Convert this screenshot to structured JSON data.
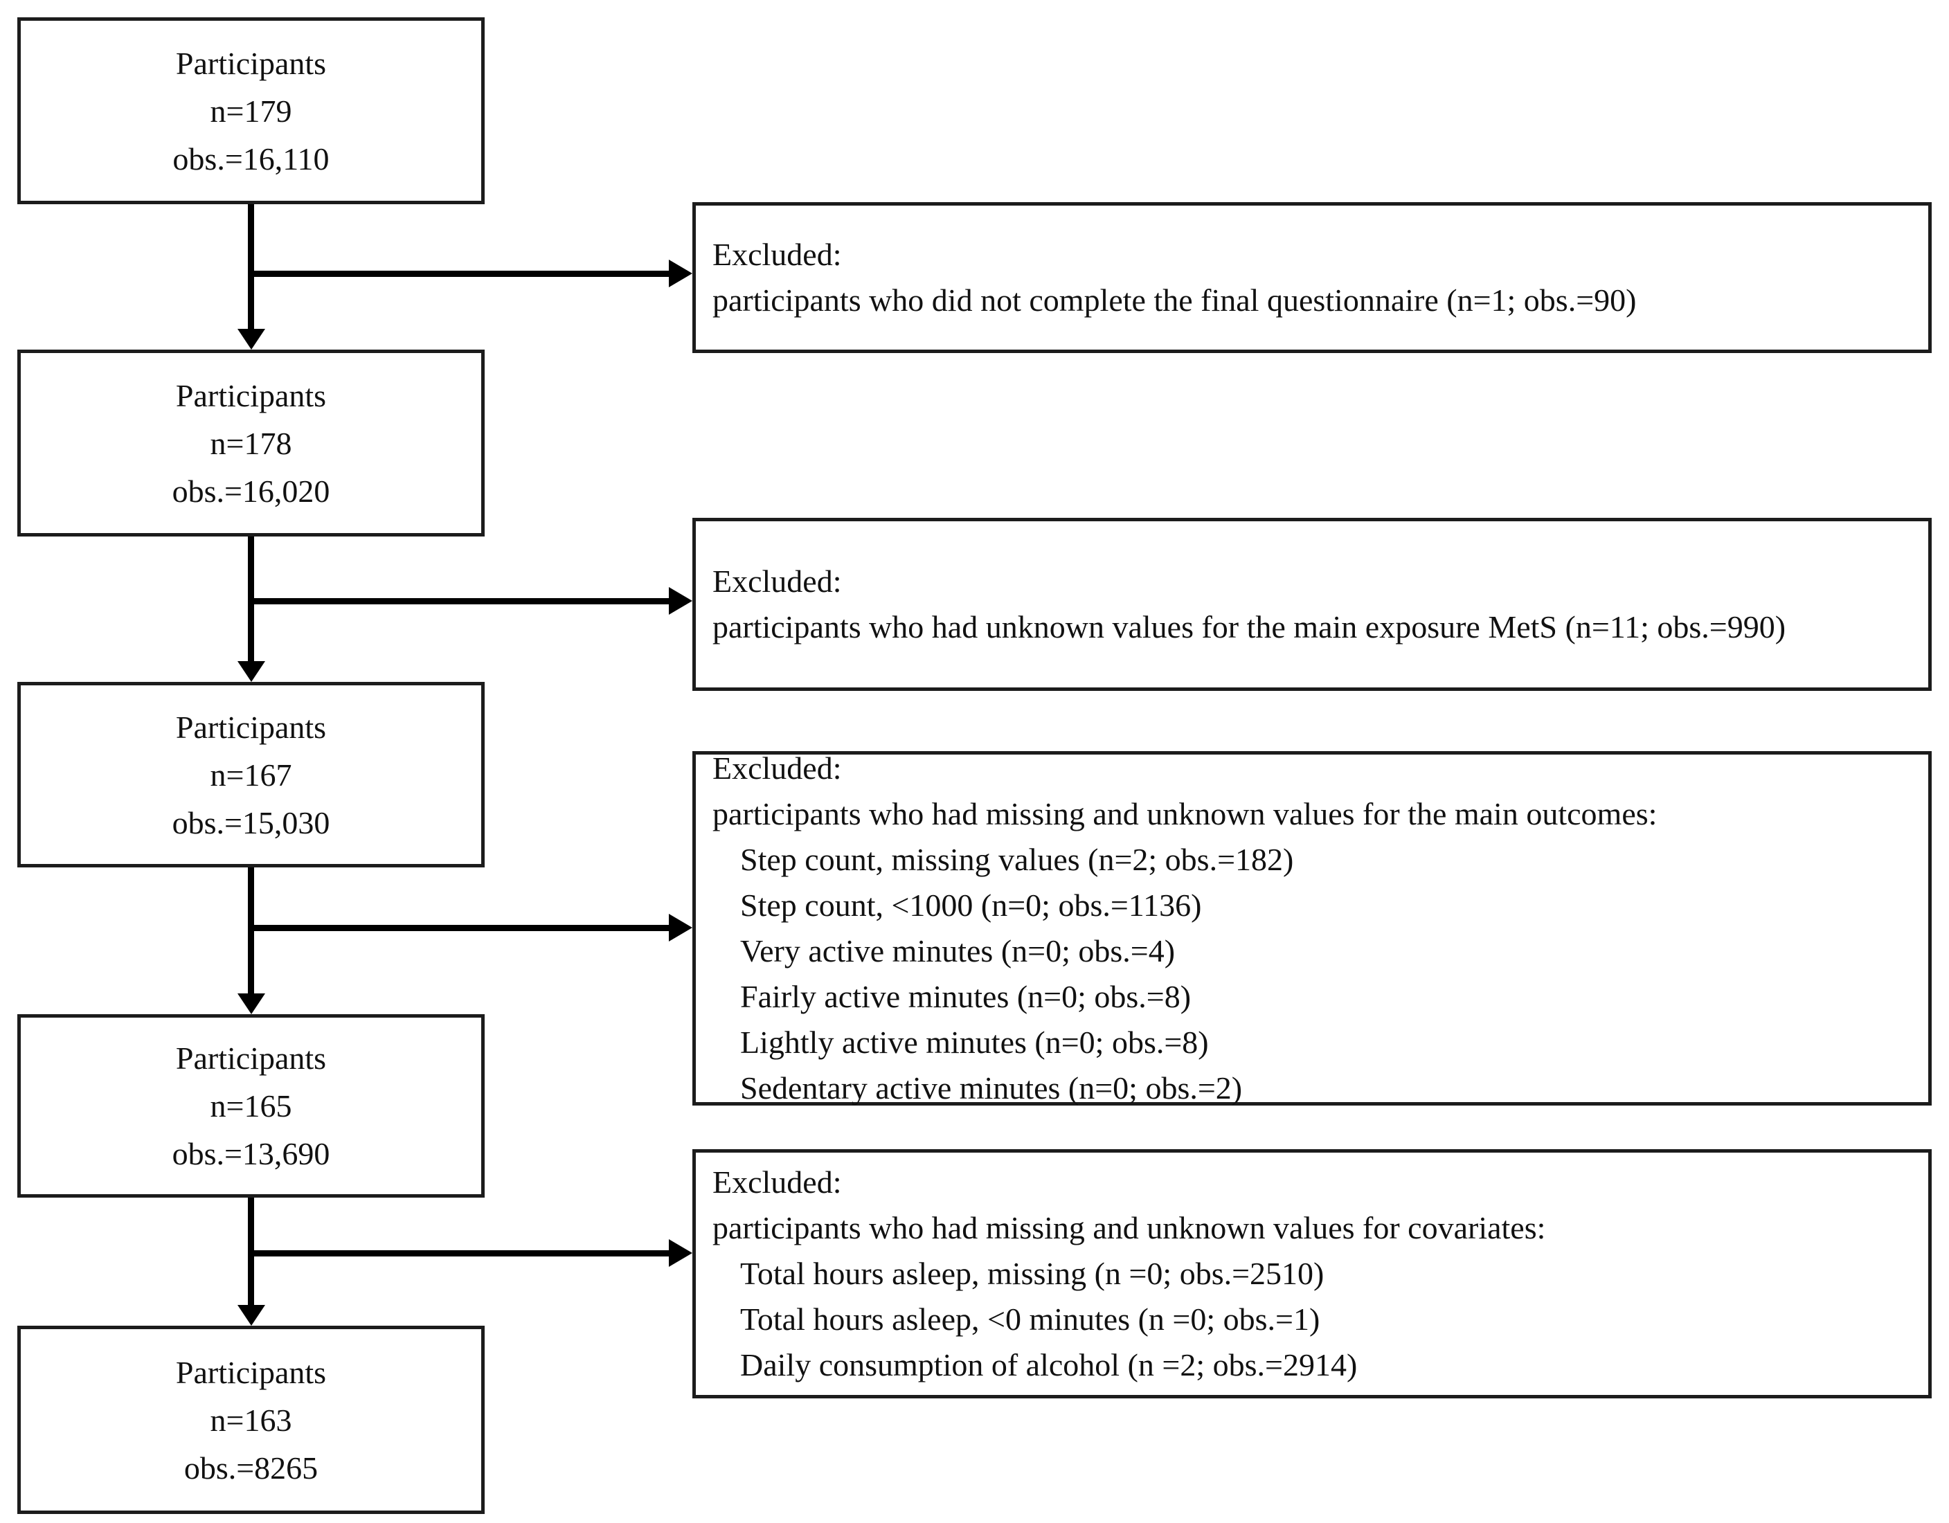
{
  "diagram": {
    "type": "participant-flow-diagram",
    "colors": {
      "background": "#ffffff",
      "box_border": "#1c1c1c",
      "arrow": "#000000",
      "text": "#111111"
    },
    "participant_boxes": [
      {
        "label": "Participants",
        "n": "n=179",
        "obs": "obs.=16,110"
      },
      {
        "label": "Participants",
        "n": "n=178",
        "obs": "obs.=16,020"
      },
      {
        "label": "Participants",
        "n": "n=167",
        "obs": "obs.=15,030"
      },
      {
        "label": "Participants",
        "n": "n=165",
        "obs": "obs.=13,690"
      },
      {
        "label": "Participants",
        "n": "n=163",
        "obs": "obs.=8265"
      }
    ],
    "excluded_boxes": [
      {
        "heading": "Excluded:",
        "reason": "participants who did not complete the final questionnaire (n=1; obs.=90)",
        "items": []
      },
      {
        "heading": "Excluded:",
        "reason": "participants who had unknown values for the main exposure MetS (n=11; obs.=990)",
        "items": []
      },
      {
        "heading": "Excluded:",
        "reason": "participants who had missing and unknown values for the main outcomes:",
        "items": [
          "Step count, missing values (n=2; obs.=182)",
          "Step count, <1000 (n=0; obs.=1136)",
          "Very active minutes (n=0; obs.=4)",
          "Fairly active minutes (n=0; obs.=8)",
          "Lightly active minutes (n=0; obs.=8)",
          "Sedentary active minutes (n=0; obs.=2)"
        ]
      },
      {
        "heading": "Excluded:",
        "reason": "participants who had missing and unknown values for covariates:",
        "items": [
          "Total hours asleep, missing (n =0; obs.=2510)",
          "Total hours asleep, <0 minutes (n =0; obs.=1)",
          "Daily consumption of alcohol (n =2; obs.=2914)"
        ]
      }
    ]
  }
}
